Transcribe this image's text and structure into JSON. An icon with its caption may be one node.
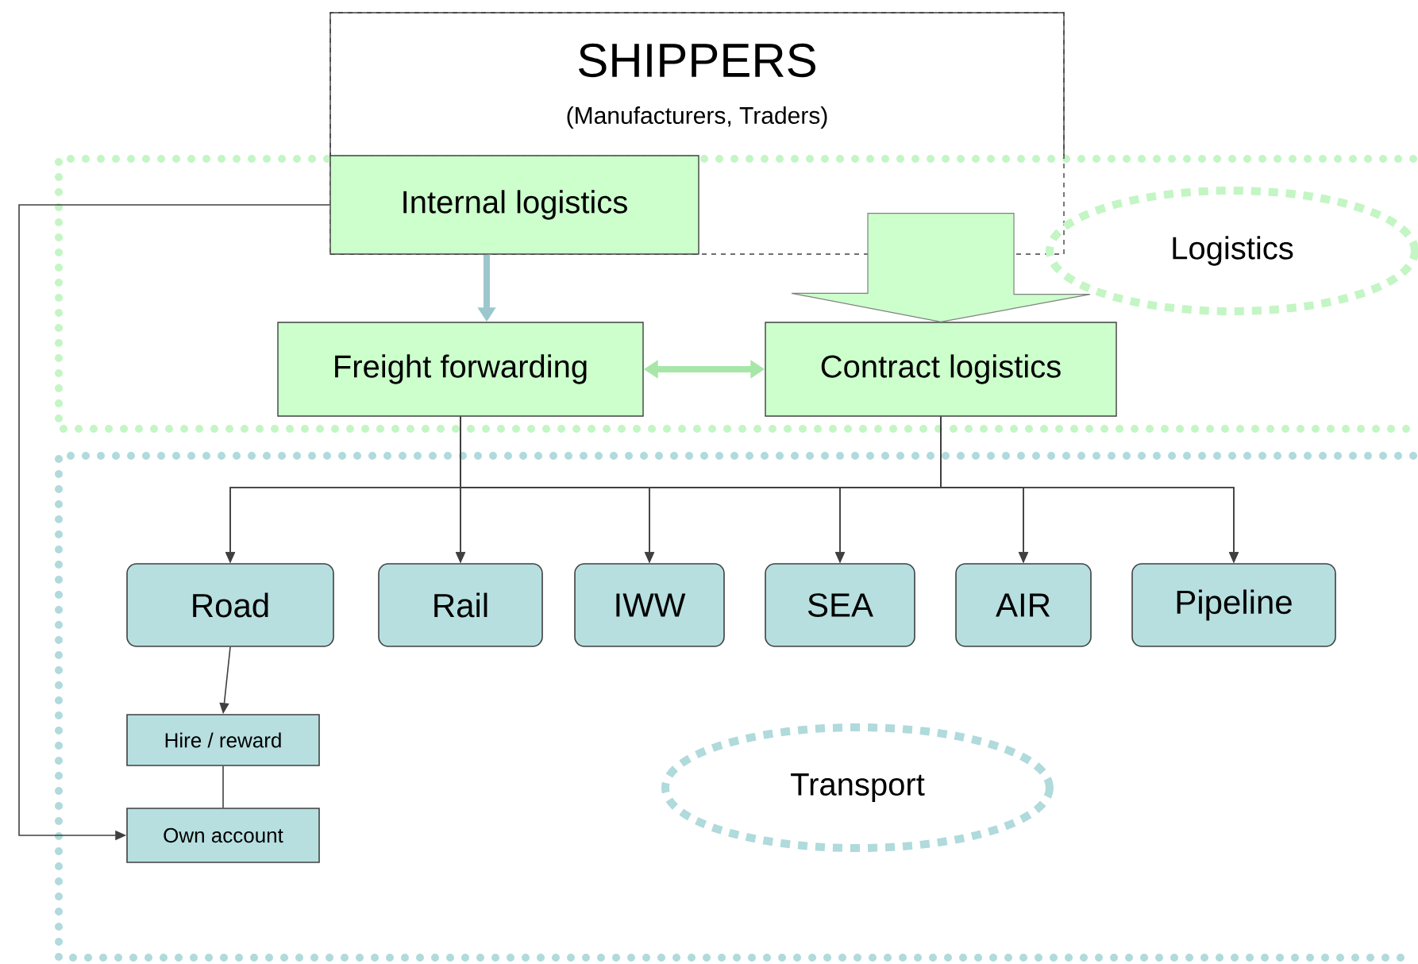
{
  "diagram": {
    "nodes": [
      {
        "text": [
          "SHIPPERS",
          "(Manufacturers, Traders)"
        ]
      },
      {
        "text": [
          "Internal logistics"
        ],
        "in": 0
      },
      {
        "text": [
          "Freight forwarding"
        ]
      },
      {
        "text": [
          "Contract logistics"
        ]
      },
      {
        "text": [
          "Logistics"
        ]
      },
      {
        "text": [
          "Road"
        ]
      },
      {
        "text": [
          "Rail"
        ]
      },
      {
        "text": [
          "IWW"
        ]
      },
      {
        "text": [
          "SEA"
        ]
      },
      {
        "text": [
          "AIR"
        ]
      },
      {
        "text": [
          "Pipeline"
        ]
      },
      {
        "text": [
          "Hire / reward"
        ]
      },
      {
        "text": [
          "Own account"
        ]
      },
      {
        "text": [
          "Transport"
        ]
      }
    ],
    "edges": [
      {
        "from": 1,
        "to": 2,
        "arrow": "to",
        "style": "thick",
        "color": "#9cc7cd"
      },
      {
        "from": 0,
        "to": 3,
        "arrow": "to",
        "style": "thick",
        "color": "#ccffcc"
      },
      {
        "from": 2,
        "to": 3,
        "arrow": "both",
        "style": "thick",
        "color": "#a8e6a8"
      },
      {
        "from": 2,
        "to": 5,
        "arrow": "to"
      },
      {
        "from": 2,
        "to": 6,
        "arrow": "to"
      },
      {
        "from": 2,
        "to": 7,
        "arrow": "to"
      },
      {
        "from": 2,
        "to": 8,
        "arrow": "to"
      },
      {
        "from": 2,
        "to": 9,
        "arrow": "to"
      },
      {
        "from": 2,
        "to": 10,
        "arrow": "to"
      },
      {
        "from": 3,
        "to": 5,
        "arrow": "to"
      },
      {
        "from": 3,
        "to": 6,
        "arrow": "to"
      },
      {
        "from": 3,
        "to": 7,
        "arrow": "to"
      },
      {
        "from": 3,
        "to": 8,
        "arrow": "to"
      },
      {
        "from": 3,
        "to": 9,
        "arrow": "to"
      },
      {
        "from": 3,
        "to": 10,
        "arrow": "to"
      },
      {
        "from": 5,
        "to": 11,
        "arrow": "to"
      },
      {
        "from": 11,
        "to": 12,
        "arrow": "none"
      },
      {
        "from": 1,
        "to": 12,
        "arrow": "to"
      }
    ]
  }
}
